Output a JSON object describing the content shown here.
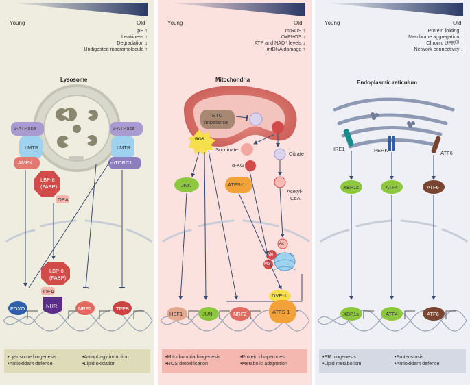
{
  "axis": {
    "young": "Young",
    "old": "Old"
  },
  "panels": {
    "lysosome": {
      "title": "Lysosome",
      "metrics": [
        "pH ↑",
        "Leakiness ↑",
        "Degradation ↓",
        "Undigested macromolecule ↑"
      ],
      "labels": {
        "v_atpase": "v-ATPase",
        "lmtr": "LMTR",
        "ampk": "AMPK",
        "mtorc1": "mTORC1",
        "lbp8": "LBP-8",
        "fabp": "(FABP)",
        "oea": "OEA",
        "foxo": "FOXO",
        "nhr": "NHR",
        "nrf2": "NRF2",
        "tfeb": "TFEB"
      },
      "outcomes": [
        "•Lysosome biogenesis",
        "•Antioxidant defence",
        "•Autophagy induction",
        "•Lipid oxidation"
      ]
    },
    "mitochondria": {
      "title": "Mitochondria",
      "metrics": [
        "mtROS ↑",
        "OxPHOS ↓",
        "ATP and NAD⁺ levels ↓",
        "mtDNA damage ↑"
      ],
      "labels": {
        "etc": "ETC",
        "imbalance": "imbalance",
        "ros": "ROS",
        "succinate": "Succinate",
        "citrate": "Citrate",
        "akg": "α-KG",
        "acetyl": "Acetyl-",
        "coa": "CoA",
        "jnk": "JNK",
        "atfs1": "ATFS-1",
        "ac": "Ac",
        "me": "Me",
        "hsf1": "HSF1",
        "jun": "JUN",
        "nrf2": "NRF2",
        "dve1": "DVE-1"
      },
      "outcomes": [
        "•Mitochondria biogenesis",
        "•ROS detoxification",
        "•Protein chaperones",
        "•Metabolic adaptation"
      ]
    },
    "er": {
      "title": "Endoplasmic reticulum",
      "metrics": [
        "Protein folding ↓",
        "Membrane aggregation ↑",
        "Chronic UPRᴱᴿ ↑",
        "Network connectivity ↓"
      ],
      "labels": {
        "ire1": "IRE1",
        "perk": "PERK",
        "atf6": "ATF6",
        "xbp1s": "XBP1s",
        "atf4": "ATF4"
      },
      "outcomes": [
        "•ER biogenesis",
        "•Lipid metabolism",
        "•Proteostasis",
        "•Antioxidant defence"
      ]
    }
  },
  "colors": {
    "lysosome_bg": "#eeeddf",
    "mito_bg": "#fbe2df",
    "er_bg": "#eef0f5",
    "navy": "#1e2f5e",
    "red": "#d24b4b",
    "purple": "#9b8bc6",
    "lightblue": "#8ec6ea",
    "green": "#8dc63f",
    "orange": "#f3a23a",
    "yellow": "#f5df4d",
    "brown": "#6b3a2c",
    "teal": "#1a8b8b"
  }
}
